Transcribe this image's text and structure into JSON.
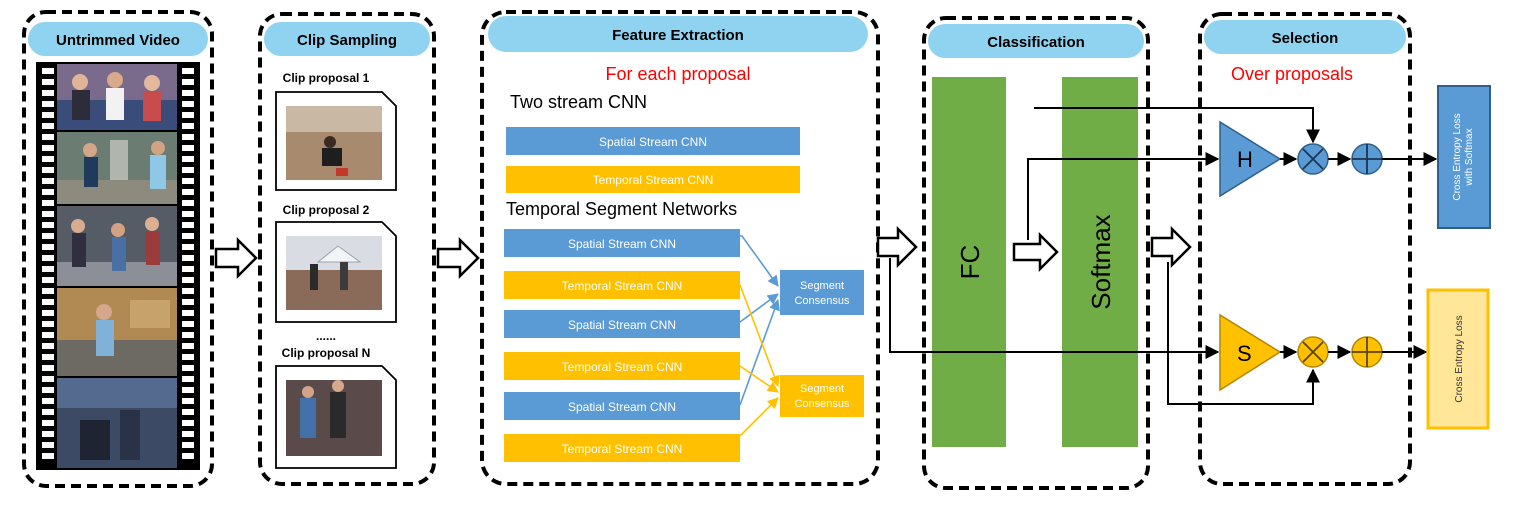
{
  "stages": {
    "untrimmed_video": {
      "title": "Untrimmed Video"
    },
    "clip_sampling": {
      "title": "Clip Sampling",
      "proposals": [
        "Clip proposal 1",
        "Clip proposal 2",
        "Clip proposal N"
      ],
      "ellipsis": "......"
    },
    "feature_extraction": {
      "title": "Feature Extraction",
      "note": "For each proposal",
      "two_stream_heading": "Two stream CNN",
      "two_stream_boxes": [
        "Spatial Stream CNN",
        "Temporal Stream CNN"
      ],
      "tsn_heading": "Temporal Segment Networks",
      "tsn_boxes": [
        "Spatial Stream CNN",
        "Temporal Stream CNN",
        "Spatial Stream CNN",
        "Temporal Stream CNN",
        "Spatial Stream CNN",
        "Temporal Stream CNN"
      ],
      "consensus": [
        "Segment Consensus",
        "Segment Consensus"
      ]
    },
    "classification": {
      "title": "Classification",
      "fc": "FC",
      "softmax": "Softmax"
    },
    "selection": {
      "title": "Selection",
      "note": "Over proposals",
      "h_label": "H",
      "s_label": "S",
      "loss_top": [
        "Cross Entropy Loss",
        "with Softmax"
      ],
      "loss_bottom": "Cross Entropy Loss"
    }
  },
  "colors": {
    "blue": "#5b9bd5",
    "orange": "#ffc000",
    "green": "#70ad47",
    "label_bg": "#8fd3f0",
    "note_red": "#ff0000"
  }
}
